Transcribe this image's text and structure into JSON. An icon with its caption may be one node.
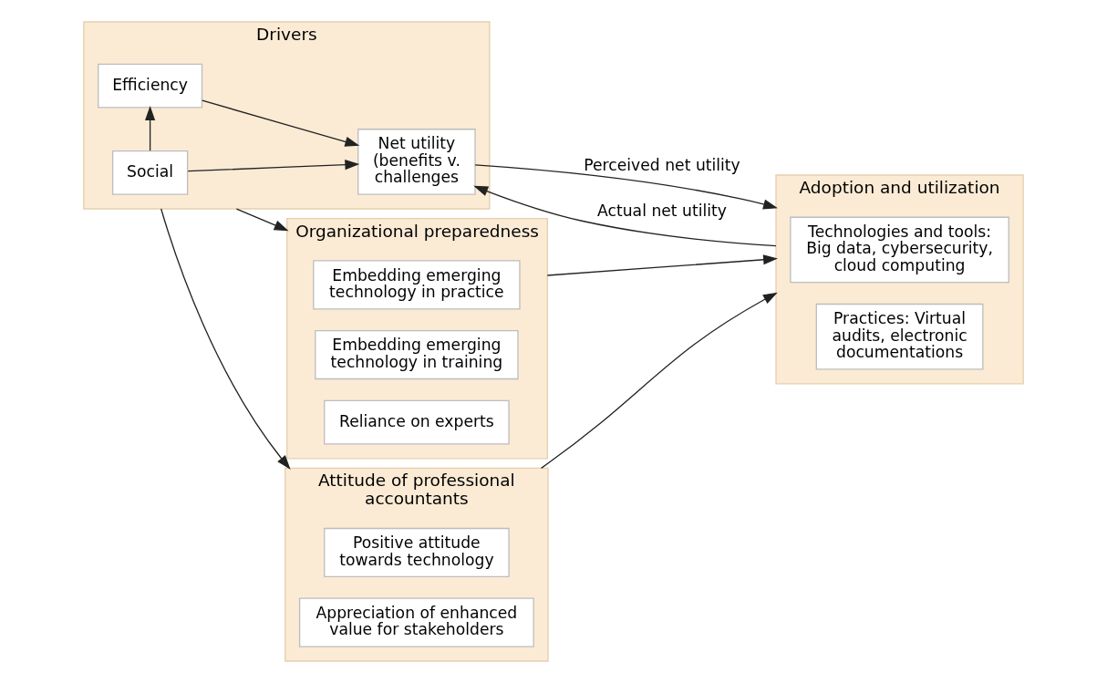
{
  "diagram": {
    "nodes": [
      {
        "text": [
          "Organizational preparedness"
        ]
      },
      {
        "text": [
          "Embedding emerging technology in practice"
        ],
        "in": 0
      },
      {
        "text": [
          "Embedding emerging technology in training"
        ],
        "in": 0
      },
      {
        "text": [
          "Reliance on experts"
        ],
        "in": 0
      },
      {
        "text": [
          "Drivers"
        ]
      },
      {
        "text": [
          "Social"
        ],
        "in": 4
      },
      {
        "text": [
          "Efficiency"
        ],
        "in": 4
      },
      {
        "text": [
          "Net utility (benefits v. challenges"
        ],
        "in": 4
      },
      {
        "text": [
          "Adoption and utilization"
        ]
      },
      {
        "text": [
          "Technologies and tools: Big data, cybersecurity, cloud computing"
        ],
        "in": 8
      },
      {
        "text": [
          "Practices: Virtual audits, electronic documentations"
        ],
        "in": 8
      },
      {
        "text": [
          "Attitude of professional accountants"
        ]
      },
      {
        "text": [
          "Positive attitude towards technology"
        ],
        "in": 11
      },
      {
        "text": [
          "Appreciation of enhanced value for stakeholders"
        ],
        "in": 11
      }
    ],
    "edges": [
      {
        "from": 4,
        "to": 0,
        "arrow": "to"
      },
      {
        "from": 0,
        "to": 8,
        "arrow": "to"
      },
      {
        "from": 5,
        "to": 7,
        "arrow": "to"
      },
      {
        "from": 5,
        "to": 6,
        "arrow": "to"
      },
      {
        "from": 6,
        "to": 7,
        "arrow": "to"
      },
      {
        "from": 7,
        "to": 8,
        "arrow": "to",
        "label": "Perceived net utility"
      },
      {
        "from": 8,
        "to": 7,
        "arrow": "to",
        "label": "Actual net utility"
      },
      {
        "from": 4,
        "to": 11,
        "arrow": "to"
      },
      {
        "from": 11,
        "to": 8,
        "arrow": "to"
      }
    ]
  }
}
